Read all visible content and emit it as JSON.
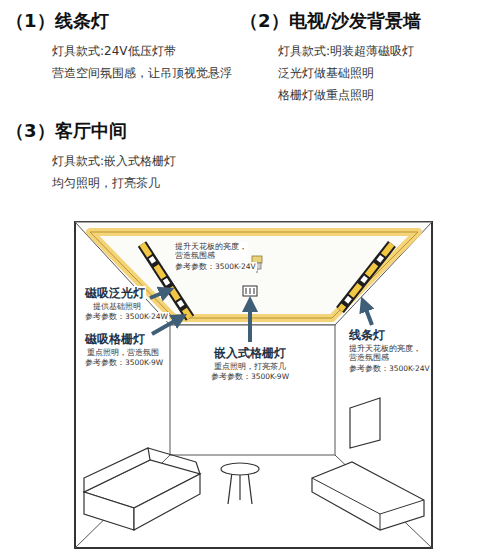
{
  "diagram": {
    "labels": [
      "（1）线条灯",
      "灯具款式:24V低压灯带",
      "营造空间氛围感，让吊顶视觉悬浮",
      "（2）电视/沙发背景墙",
      "灯具款式:明装超薄磁吸灯",
      "泛光灯做基础照明",
      "格栅灯做重点照明",
      "（3）客厅中间",
      "灯具款式:嵌入式格栅灯",
      "均匀照明，打亮茶几",
      "提升天花板的亮度，营造氛围感",
      "参考参数：3500K-24V",
      "磁吸泛光灯",
      "提供基础照明",
      "参考参数：3500K-24W",
      "磁吸格栅灯",
      "重点照明，营造氛围",
      "参考参数：3500K-9W",
      "嵌入式格栅灯",
      "重点照明，打亮茶几",
      "参考参数：3500K-9W",
      "线条灯",
      "提升天花板的亮度，营造氛围感",
      "参考参数：3500K-24V"
    ]
  }
}
